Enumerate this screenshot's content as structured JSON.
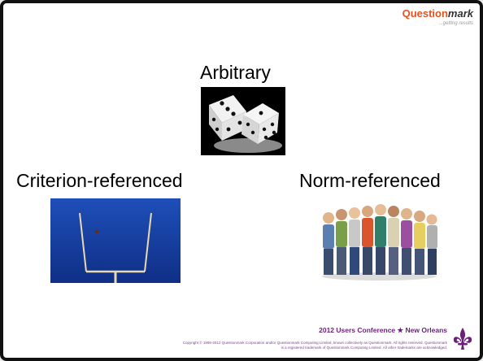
{
  "brand": {
    "name_part1": "Question",
    "name_part2": "mark",
    "tagline": "...getting results",
    "color_primary": "#e2541f"
  },
  "slide": {
    "labels": {
      "arbitrary": "Arbitrary",
      "criterion": "Criterion-referenced",
      "norm": "Norm-referenced"
    },
    "images": {
      "dice": "dice-image",
      "field": "football-field-image",
      "people": "group-of-people-image"
    }
  },
  "footer": {
    "conference": "2012 Users Conference ★ New Orleans",
    "copyright_line1": "Copyright © 1995-2012 Questionmark Corporation and/or Questionmark Computing Limited, known collectively as Questionmark. All rights reserved. Questionmark",
    "copyright_line2": "is a registered trademark of Questionmark Computing Limited. All other trademarks are acknowledged.",
    "emblem": "fleur-de-lis-icon",
    "accent_color": "#6b1e7a"
  }
}
